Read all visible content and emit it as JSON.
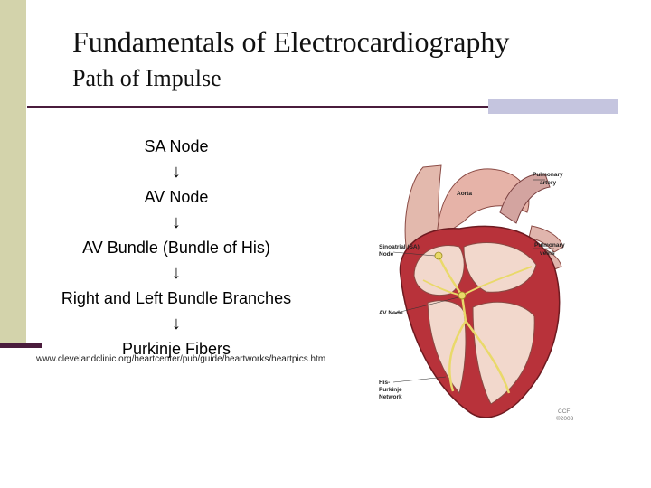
{
  "title": "Fundamentals of Electrocardiography",
  "subtitle": "Path of Impulse",
  "flow": {
    "steps": [
      "SA Node",
      "AV Node",
      "AV Bundle (Bundle of His)",
      "Right and Left Bundle Branches",
      "Purkinje Fibers"
    ],
    "arrow": "↓"
  },
  "source_url": "www.clevelandclinic.org/heartcenter/pub/guide/heartworks/heartpics.htm",
  "figure": {
    "labels": {
      "pulmonary_artery_1": "Pulmonary",
      "pulmonary_artery_2": "artery",
      "aorta": "Aorta",
      "sa_node_1": "Sinoatrial (SA)",
      "sa_node_2": "Node",
      "pulmonary_veins_1": "Pulmonary",
      "pulmonary_veins_2": "veins",
      "av_node": "AV Node",
      "his_1": "His-",
      "his_2": "Purkinje",
      "his_3": "Network",
      "copyright_1": "CCF",
      "copyright_2": "©2003"
    }
  },
  "colors": {
    "sidebar": "#d3d3ab",
    "rule": "#4a1c3c",
    "rule_accent": "#c5c5df",
    "heart_muscle": "#b8323a",
    "heart_chamber": "#f2d8cc",
    "conduction": "#e9d96a"
  }
}
